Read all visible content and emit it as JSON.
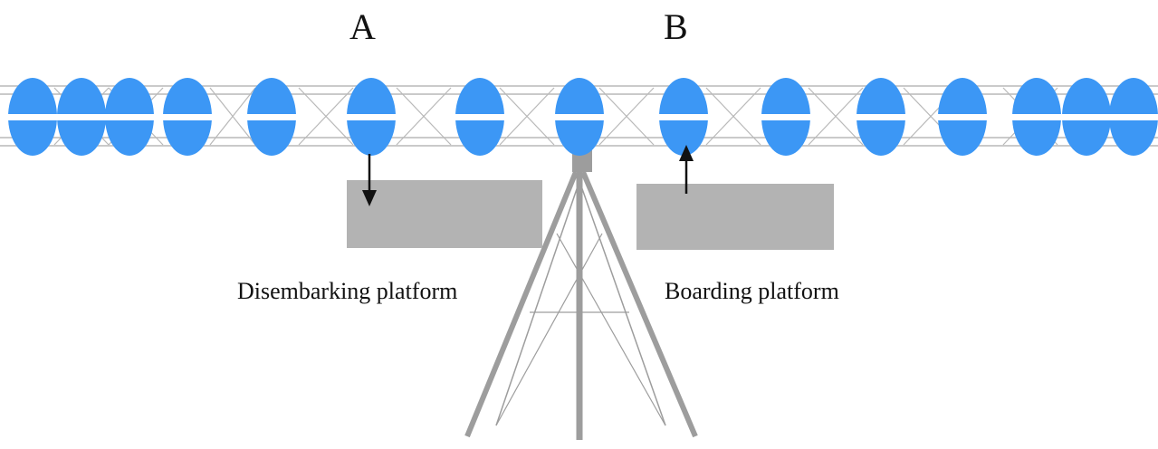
{
  "labels": {
    "a": "A",
    "b": "B",
    "disembarking": "Disembarking platform",
    "boarding": "Boarding platform"
  },
  "colors": {
    "cabin": "#3c97f5",
    "cabin_stripe": "#ffffff",
    "truss": "#b9b9b9",
    "platform": "#b3b3b3",
    "tower": "#9d9d9d",
    "arrow": "#111111"
  }
}
